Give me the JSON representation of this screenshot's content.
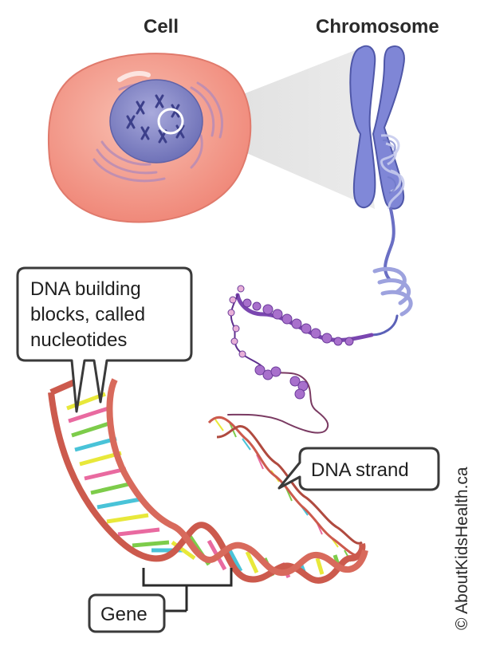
{
  "labels": {
    "cell": "Cell",
    "chromosome": "Chromosome",
    "nucleotides_line1": "DNA building",
    "nucleotides_line2": "blocks, called",
    "nucleotides_line3": "nucleotides",
    "dna_strand": "DNA strand",
    "gene": "Gene",
    "credit": "© AboutKidsHealth.ca"
  },
  "colors": {
    "cell_fill": "#f3a191",
    "cell_edge": "#e07a6c",
    "nucleus": "#7e80c4",
    "chromosome": "#7f86d6",
    "chromatin": "#8a55c0",
    "backbone": "#cc5a4d",
    "base_yellow": "#e8e83a",
    "base_green": "#7dcc4a",
    "base_teal": "#49c3d8",
    "base_pink": "#e96aa0"
  }
}
